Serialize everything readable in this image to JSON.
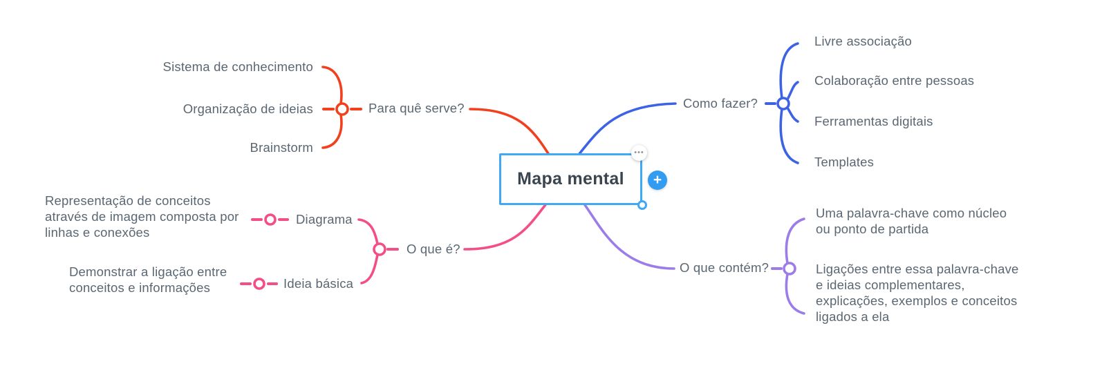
{
  "center": {
    "title": "Mapa mental",
    "menu_icon": "•••",
    "add_icon": "+"
  },
  "colors": {
    "branch_red": "#f23f1d",
    "branch_blue": "#3d63e4",
    "branch_pink": "#f44e87",
    "branch_purple": "#9c7ce8",
    "selection_border": "#3fa9f5",
    "add_button": "#319cf2",
    "text": "#5a6772",
    "title_text": "#3a4550"
  },
  "branches": {
    "para_que_serve": {
      "label": "Para quê serve?",
      "color": "#f23f1d",
      "children": [
        {
          "label": "Sistema de conhecimento"
        },
        {
          "label": "Organização de ideias"
        },
        {
          "label": "Brainstorm"
        }
      ]
    },
    "como_fazer": {
      "label": "Como fazer?",
      "color": "#3d63e4",
      "children": [
        {
          "label": "Livre associação"
        },
        {
          "label": "Colaboração entre pessoas"
        },
        {
          "label": "Ferramentas digitais"
        },
        {
          "label": "Templates"
        }
      ]
    },
    "o_que_e": {
      "label": "O que é?",
      "color": "#f44e87",
      "children": [
        {
          "label": "Diagrama",
          "note": "Representação de conceitos\natravés de imagem composta por\nlinhas e conexões"
        },
        {
          "label": "Ideia básica",
          "note": "Demonstrar a ligação entre\nconceitos e informações"
        }
      ]
    },
    "o_que_contem": {
      "label": "O que contém?",
      "color": "#9c7ce8",
      "children": [
        {
          "label": "Uma palavra-chave como núcleo\nou ponto de partida"
        },
        {
          "label": "Ligações entre essa palavra-chave\ne ideias complementares,\nexplicações, exemplos e conceitos\nligados a ela"
        }
      ]
    }
  }
}
